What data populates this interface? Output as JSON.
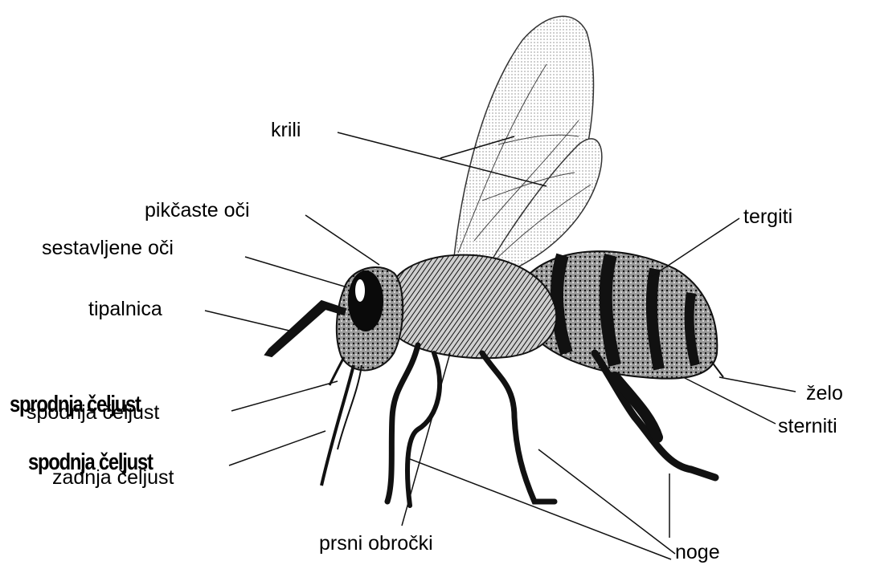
{
  "labels": {
    "krili": "krili",
    "pikcaste_oci": "pikčaste oči",
    "sestavljene_oci": "sestavljene oči",
    "tipalnica": "tipalnica",
    "sprodnja_celjust": "sprodnja čeljust",
    "spodnja_celjust_under": "spodnja čeljust",
    "spodnja_celjust": "spodnja čeljust",
    "zadnja_celjust": "zadnja čeljust",
    "prsni_obrocki": "prsni obročki",
    "noge": "noge",
    "tergiti": "tergiti",
    "zelo": "želo",
    "sterniti": "sterniti"
  },
  "colors": {
    "ink": "#000000",
    "background": "#ffffff",
    "wing_fill": "#f4f4f4",
    "body_dark": "#1a1a1a",
    "body_mid": "#6a6a6a"
  }
}
